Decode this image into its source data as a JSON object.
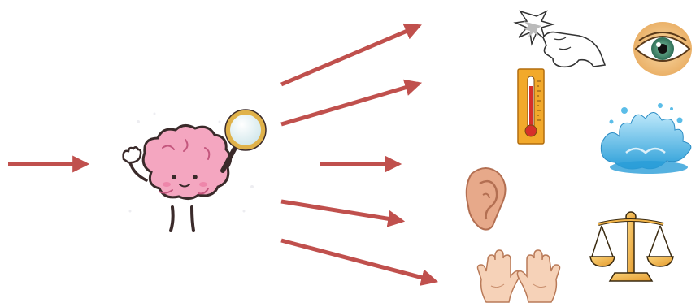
{
  "diagram": {
    "arrow_color": "#c0504d",
    "center": {
      "icon": "brain-with-magnifying-glass-icon",
      "colors": {
        "brain": "#f4a6c0",
        "brain_outline": "#3a2a2a",
        "lens_rim": "#e0b24a",
        "lens_glass": "#d7ecef"
      }
    },
    "arrows": [
      {
        "name": "input-arrow"
      },
      {
        "name": "arrow-to-upper-right"
      },
      {
        "name": "arrow-to-thermometer"
      },
      {
        "name": "arrow-to-middle"
      },
      {
        "name": "arrow-to-ear"
      },
      {
        "name": "arrow-to-hands"
      }
    ],
    "senses": [
      {
        "icon": "finger-touch-spark-icon"
      },
      {
        "icon": "eye-icon",
        "colors": {
          "iris": "#3f8a6e",
          "skin": "#f2c58a"
        }
      },
      {
        "icon": "thermometer-icon",
        "colors": {
          "frame": "#f2a92b",
          "mercury": "#d6302a"
        }
      },
      {
        "icon": "water-splash-icon",
        "colors": {
          "water": "#5bbde8"
        }
      },
      {
        "icon": "ear-icon",
        "colors": {
          "skin": "#e7a98a"
        }
      },
      {
        "icon": "balance-scale-icon",
        "colors": {
          "metal": "#f2b54a"
        }
      },
      {
        "icon": "open-hands-icon",
        "colors": {
          "skin": "#f6d2b8"
        }
      }
    ]
  }
}
